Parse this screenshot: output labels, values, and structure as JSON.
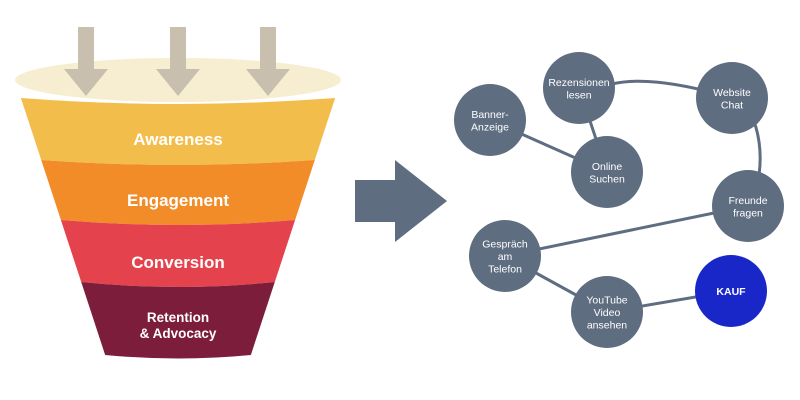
{
  "funnel": {
    "stages": [
      {
        "label_lines": [
          "Awareness"
        ],
        "color": "#F2BD4B"
      },
      {
        "label_lines": [
          "Engagement"
        ],
        "color": "#F28C28"
      },
      {
        "label_lines": [
          "Conversion"
        ],
        "color": "#E4434E"
      },
      {
        "label_lines": [
          "Retention",
          "& Advocacy"
        ],
        "color": "#7C1D3C"
      }
    ],
    "rim_color": "#F7EDD0",
    "input_arrow_color": "#C9BFAF"
  },
  "transition_arrow_color": "#5E6D80",
  "journey": {
    "node_color": "#5E6D80",
    "purchase_color": "#1A27C8",
    "edge_color": "#5E6D80",
    "nodes": [
      {
        "id": "banner",
        "label_lines": [
          "Banner-",
          "Anzeige"
        ]
      },
      {
        "id": "rezensionen",
        "label_lines": [
          "Rezensionen",
          "lesen"
        ]
      },
      {
        "id": "online",
        "label_lines": [
          "Online",
          "Suchen"
        ]
      },
      {
        "id": "website",
        "label_lines": [
          "Website",
          "Chat"
        ]
      },
      {
        "id": "freunde",
        "label_lines": [
          "Freunde",
          "fragen"
        ]
      },
      {
        "id": "gespraech",
        "label_lines": [
          "Gespräch",
          "am",
          "Telefon"
        ]
      },
      {
        "id": "youtube",
        "label_lines": [
          "YouTube",
          "Video",
          "ansehen"
        ]
      },
      {
        "id": "kauf",
        "label_lines": [
          "KAUF"
        ],
        "purchase": true
      }
    ]
  }
}
